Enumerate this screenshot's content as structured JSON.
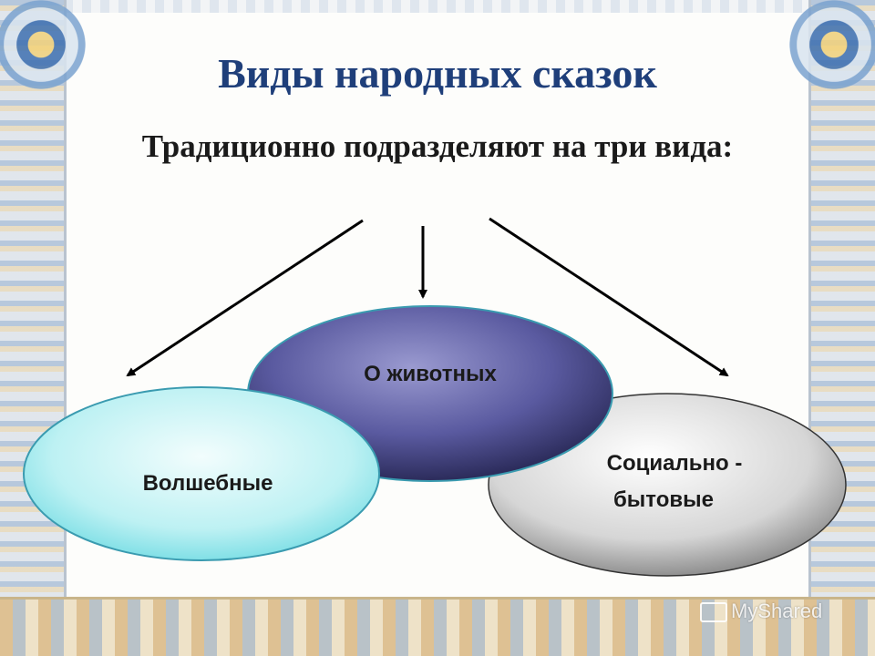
{
  "title": "Виды народных сказок",
  "subtitle": "Традиционно подразделяют на три вида:",
  "categories": {
    "magic": "Волшебные",
    "animals": "О животных",
    "social_line1": "Социально -",
    "social_line2": "бытовые"
  },
  "watermark": "MyShared",
  "colors": {
    "title": "#1f3f7a",
    "magic_fill": "#7fe0e8",
    "animals_fill": "#3a3a7e",
    "social_fill": "#cfcfcf"
  }
}
